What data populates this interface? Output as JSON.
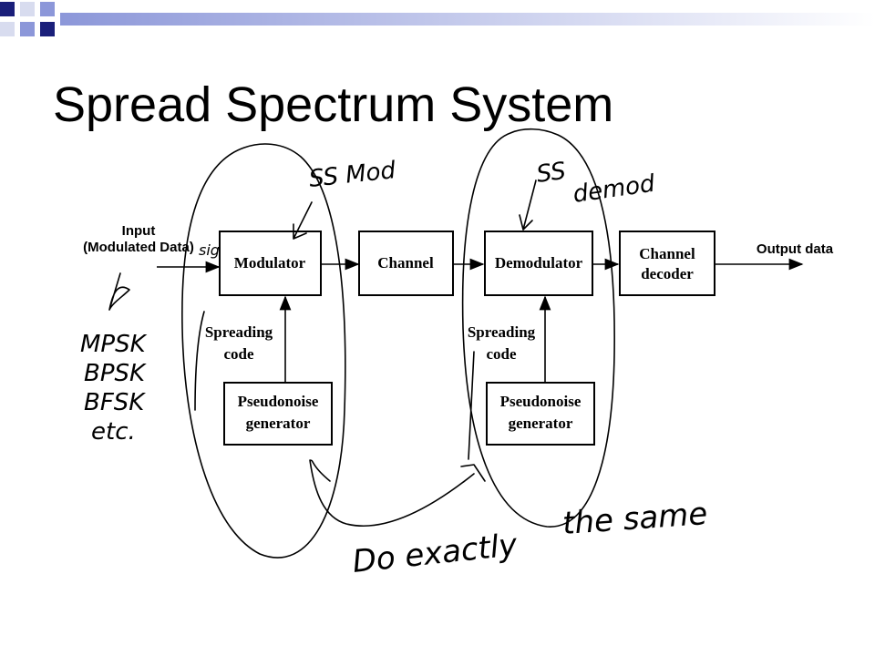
{
  "slide": {
    "title": "Spread Spectrum System",
    "header_colors": [
      "#1a1f7a",
      "#8c97d9",
      "#d8dcef"
    ]
  },
  "diagram": {
    "input_label_line1": "Input",
    "input_label_line2": "(Modulated Data)",
    "output_label": "Output data",
    "blocks": {
      "modulator": "Modulator",
      "channel": "Channel",
      "demodulator": "Demodulator",
      "channel_decoder_line1": "Channel",
      "channel_decoder_line2": "decoder",
      "pn_gen_left_line1": "Pseudonoise",
      "pn_gen_left_line2": "generator",
      "pn_gen_right_line1": "Pseudonoise",
      "pn_gen_right_line2": "generator"
    },
    "spreading_left_line1": "Spreading",
    "spreading_left_line2": "code",
    "spreading_right_line1": "Spreading",
    "spreading_right_line2": "code"
  },
  "annotations": {
    "ss_mod": "SS Mod",
    "ss_demod_1": "SS",
    "ss_demod_2": "demod",
    "sig": "sig",
    "mod_list": [
      "MPSK",
      "BPSK",
      "BFSK",
      "etc."
    ],
    "do_exactly": "Do exactly",
    "the_same": "the same"
  }
}
